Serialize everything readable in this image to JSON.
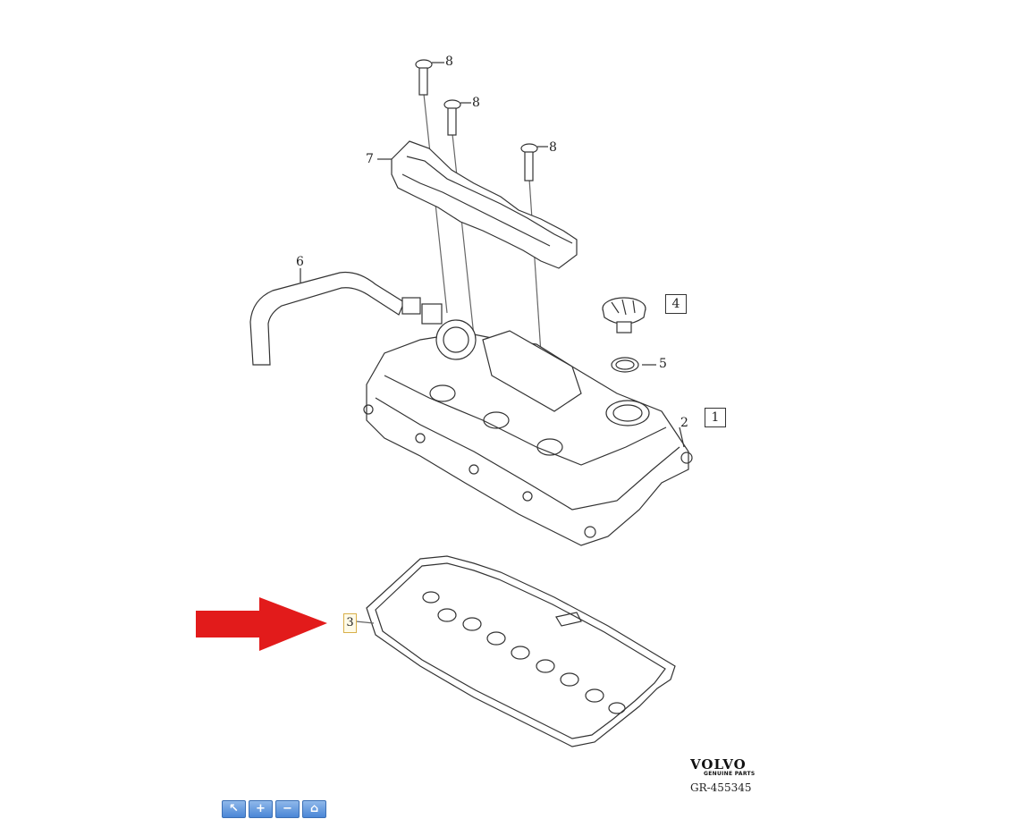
{
  "diagram": {
    "callouts": {
      "c1": "1",
      "c2": "2",
      "c3": "3",
      "c4": "4",
      "c5": "5",
      "c6": "6",
      "c7": "7",
      "c8a": "8",
      "c8b": "8",
      "c8c": "8"
    },
    "brand": {
      "name": "VOLVO",
      "tagline": "GENUINE PARTS",
      "code": "GR-455345"
    }
  },
  "pointer": {
    "color": "#e21b1b",
    "target": "3"
  },
  "toolbar": {
    "buttons": [
      {
        "icon": "select-arrow-icon",
        "glyph": "↖"
      },
      {
        "icon": "zoom-in-icon",
        "glyph": "+"
      },
      {
        "icon": "zoom-out-icon",
        "glyph": "−"
      },
      {
        "icon": "home-icon",
        "glyph": "⌂"
      }
    ]
  }
}
